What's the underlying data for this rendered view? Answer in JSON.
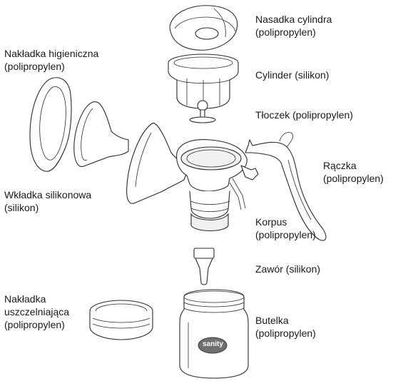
{
  "labels": {
    "cap": {
      "line1": "Nasadka cylindra",
      "line2": "(polipropylen)"
    },
    "cylinder": {
      "line1": "Cylinder (silikon)"
    },
    "piston": {
      "line1": "Tłoczek (polipropylen)"
    },
    "handle": {
      "line1": "Rączka",
      "line2": "(polipropylen)"
    },
    "hygiene_cover": {
      "line1": "Nakładka higieniczna",
      "line2": "(polipropylen)"
    },
    "silicone_insert": {
      "line1": "Wkładka silikonowa",
      "line2": "(silikon)"
    },
    "body": {
      "line1": "Korpus",
      "line2": "(polipropylen)"
    },
    "valve": {
      "line1": "Zawór (silikon)"
    },
    "sealing_cap": {
      "line1": "Nakładka",
      "line2": "uszczelniająca",
      "line3": "(polipropylen)"
    },
    "bottle": {
      "line1": "Butelka",
      "line2": "(polipropylen)"
    },
    "bottle_logo": "sanity"
  },
  "colors": {
    "outline": "#2b2b2b",
    "logo_fill": "#6f6f6f",
    "text": "#1a1a1a"
  }
}
